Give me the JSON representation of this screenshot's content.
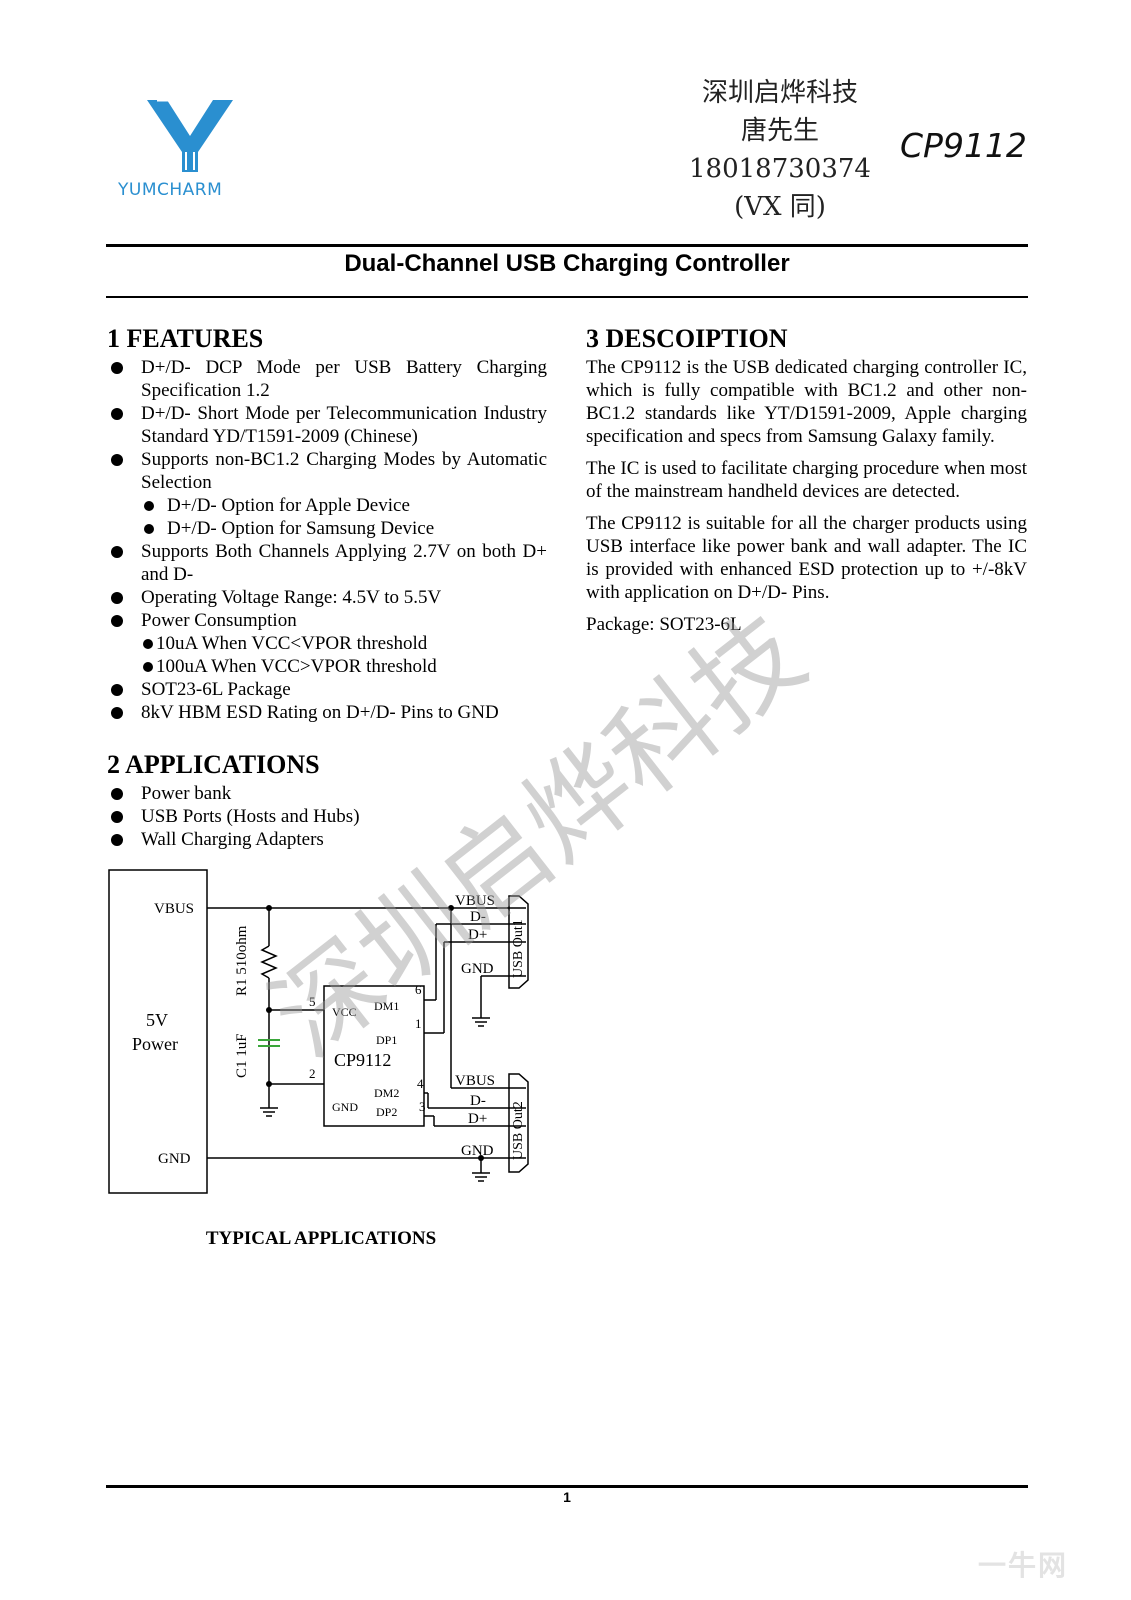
{
  "header": {
    "logo_text": "YUMCHARM",
    "contact": [
      "深圳启烨科技",
      "唐先生",
      "18018730374",
      "(VX 同)"
    ],
    "part_number": "CP9112",
    "title": "Dual-Channel USB Charging Controller"
  },
  "features": {
    "heading": "1 FEATURES",
    "items": [
      {
        "text": "D+/D- DCP Mode per USB Battery Charging Specification 1.2",
        "level": 0
      },
      {
        "text": "D+/D- Short Mode per Telecommunication Industry Standard YD/T1591-2009 (Chinese)",
        "level": 0
      },
      {
        "text": "Supports non-BC1.2 Charging Modes by Automatic Selection",
        "level": 0
      },
      {
        "text": "D+/D- Option for Apple Device",
        "level": 1
      },
      {
        "text": "D+/D- Option for Samsung Device",
        "level": 1
      },
      {
        "text": "Supports Both Channels Applying 2.7V on both D+ and D-",
        "level": 0
      },
      {
        "text": "Operating Voltage Range: 4.5V to 5.5V",
        "level": 0
      },
      {
        "text": "Power Consumption",
        "level": 0
      },
      {
        "text": "10uA When VCC<VPOR threshold",
        "level": 2
      },
      {
        "text": "100uA When VCC>VPOR threshold",
        "level": 2
      },
      {
        "text": "SOT23-6L Package",
        "level": 0
      },
      {
        "text": "8kV HBM ESD Rating on D+/D- Pins to GND",
        "level": 0
      }
    ]
  },
  "applications": {
    "heading": "2 APPLICATIONS",
    "items": [
      "Power bank",
      "USB Ports (Hosts and Hubs)",
      "Wall Charging Adapters"
    ]
  },
  "description": {
    "heading": "3 DESCOIPTION",
    "paragraphs": [
      "The CP9112 is the USB dedicated charging controller IC, which is fully compatible with BC1.2 and other non-BC1.2 standards like YT/D1591-2009, Apple charging specification and specs from Samsung Galaxy family.",
      "The IC is used to facilitate charging procedure when most of the mainstream handheld devices are detected.",
      "The CP9112 is suitable for all the charger products using USB interface like power bank and wall adapter. The IC is provided with enhanced ESD protection up to +/-8kV with application on D+/D- Pins.",
      "Package: SOT23-6L"
    ]
  },
  "circuit": {
    "power_vbus": "VBUS",
    "power_label_1": "5V",
    "power_label_2": "Power",
    "power_gnd": "GND",
    "resistor": "R1  510ohm",
    "capacitor": "C1  1uF",
    "chip": "CP9112",
    "pin_vcc": "VCC",
    "pin_dm1": "DM1",
    "pin_dp1": "DP1",
    "pin_gnd": "GND",
    "pin_dm2": "DM2",
    "pin_dp2": "DP2",
    "pin_5": "5",
    "pin_6": "6",
    "pin_1": "1",
    "pin_2": "2",
    "pin_4": "4",
    "pin_3": "3",
    "usb1_vbus": "VBUS",
    "usb1_dm": "D-",
    "usb1_dp": "D+",
    "usb1_gnd": "GND",
    "usb1_name": "USB Out1",
    "usb2_vbus": "VBUS",
    "usb2_dm": "D-",
    "usb2_dp": "D+",
    "usb2_gnd": "GND",
    "usb2_name": "USB Out2"
  },
  "figure_caption": "TYPICAL APPLICATIONS",
  "watermark": "深圳启烨科技",
  "corner_mark": "一牛网",
  "page_number": "1",
  "colors": {
    "logo": "#2a8fd0",
    "capacitor": "#3aa63a",
    "watermark": "#9a9a9a"
  }
}
